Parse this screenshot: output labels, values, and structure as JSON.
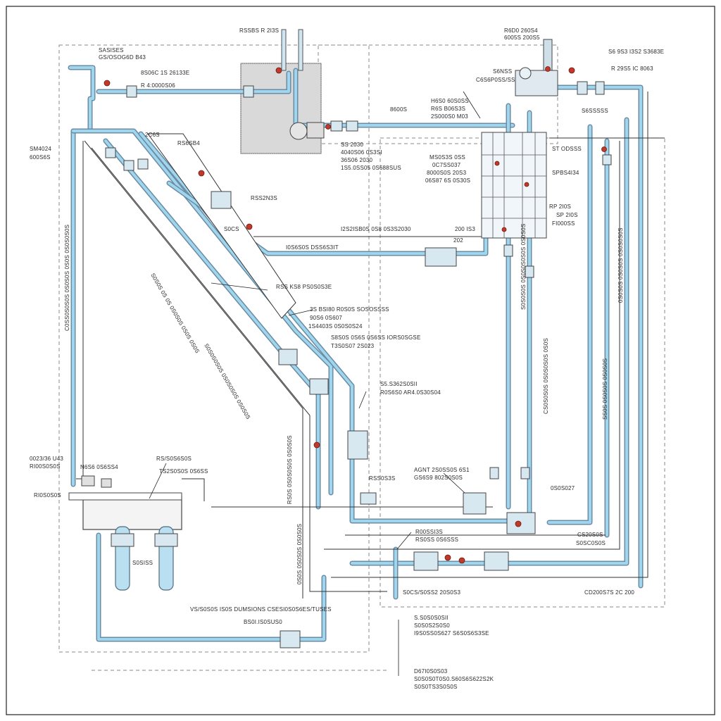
{
  "diagram": {
    "labels": {
      "top_center_1": "RSSBS R 2I3S",
      "top_left_1": "SASISES",
      "top_left_2": "GS/OSOG6D B43",
      "top_left_3": "8S06C 1S 26133E",
      "top_left_4": "R 4:0000S06",
      "left_side_1": "SM4024",
      "left_side_2": "600S6S",
      "mid_1": "2C6S",
      "mid_2": "RS6SB4",
      "center_1": "SS 2030",
      "center_2": "4040S06 0S3SI",
      "center_3": "36S06 2030",
      "center_4": "1S5.0SS05 0S688SUS",
      "right_top_1": "R6D0 260S4",
      "right_top_2": "6005S 200S5",
      "right_top_3": "8600S",
      "right_top_4": "S6NSS",
      "right_top_5": "C6S6P0SS/SS",
      "right_far_1": "S6 9S3 I3S2 S3683E",
      "right_far_2": "R 29S5 IC 8063",
      "right_mid_1": "S6SSSSS",
      "right_mid_2": "H6S0 60S0SS",
      "right_mid_3": "R6S B06S3S",
      "right_mid_4": "2S000S0 M03",
      "right_mid_5": "ST ODSSS",
      "right_mid_6": "SPBS4I34",
      "right_mid_7": "RP 2I0S",
      "right_mid_8": "SP 2I0S",
      "right_mid_9": "FI000SS",
      "valve_bank_1": "MS0S3S 0SS",
      "valve_bank_2": "0C7SS037",
      "valve_bank_3": "8000S0S 20S3",
      "valve_bank_4": "06S87 6S 0S30S",
      "pipe_1": "RSS2N3S",
      "pipe_2": "S0CS",
      "pipe_3": "I0S6S0S DSS6S3IT",
      "pipe_4": "I2S2ISB0S 0S8 0S3S2030",
      "pipe_5": "200 IS3",
      "pipe_6": "202",
      "diag_1": "RSS KS8 PS0S0S3E",
      "diag_2": "3S BSI80 R0S0S SOSOSSSS",
      "diag_3": "90S6 0S607",
      "diag_4": "1S4403S 0S0S0S24",
      "diag_5": "S8S0S 0S6S 0S6SS IORS0SGSE",
      "diag_6": "T3S0S07 2S023",
      "diag_7": "S5.S362S0SII",
      "diag_8": "R0S6S0 AR4.0S30S04",
      "lower_1": "AGNT 2S0SS0S 6S1",
      "lower_2": "GS6S9 802S0S0S",
      "lower_3": "R00SSI3S",
      "lower_4": "RSS0S3S",
      "lower_5": "RS0SS 0S6SSS",
      "lower_6": "0S0S027",
      "lower_7": "CS20S0S",
      "lower_8": "S0SC0S0S",
      "lower_9": "CD200S7S 2C 200",
      "lower_10": "S0CS/S0SS2 20S0S3",
      "lower_11": "S.S0S0S0SII",
      "lower_12": "S0S0S2S0S0",
      "lower_13": "I9S0SS0S627 S6S0S6S3SE",
      "lower_14": "D67I0S0S03",
      "lower_15": "S0S0S0T0S0.S60S6S622S2K",
      "lower_16": "S0S0TS3S0S0S",
      "bl_1": "0023/36 U43",
      "bl_2": "RI00S0S0S",
      "bl_3": "RI0S0S0S",
      "bl_4": "RS/S0S6S0S",
      "bl_5": "TS2S0S0S 0S6SS",
      "bl_6": "N6S6 0S6SS4",
      "bl_7": "S0SISS",
      "bl_8": "VS/S0S0S IS0S DUMSIONS CSESI0S0S6ES/TUSES",
      "bl_9": "BS0I.IS0SUS0",
      "vert_left": "C0SS0S0S0S 0S0S0S 0S0S 0S0S0S0S",
      "vert_diag_1": "S0S0S 0S 0S 0S0S0S 0S0S 0S0S",
      "vert_diag_2": "S0S0S0S0S 0S0S0S0S 0S0S0S",
      "vert_mid_1": "RS0S 0S0S0S0S 0S0S0S",
      "vert_mid_2": "0S0S 0S0S0S 0S0S0S",
      "vert_right_1": "S0S0S0S 0S0S0S0S0S 0S0S0S",
      "vert_right_2": "CS0S0S0S 0S0S0S0S 0S0S",
      "vert_right_3": "SS0S 0S0S0S 0S0S0S",
      "vert_right_4": "0S0S0S 0S0S0S 0S0S0S0S"
    }
  },
  "colors": {
    "pipe_fill": "#9fd6ee",
    "pipe_edge": "#6b8ca3",
    "valve_handle": "#c0392b",
    "equipment_box": "#d9d9d9",
    "linework": "#333333"
  }
}
